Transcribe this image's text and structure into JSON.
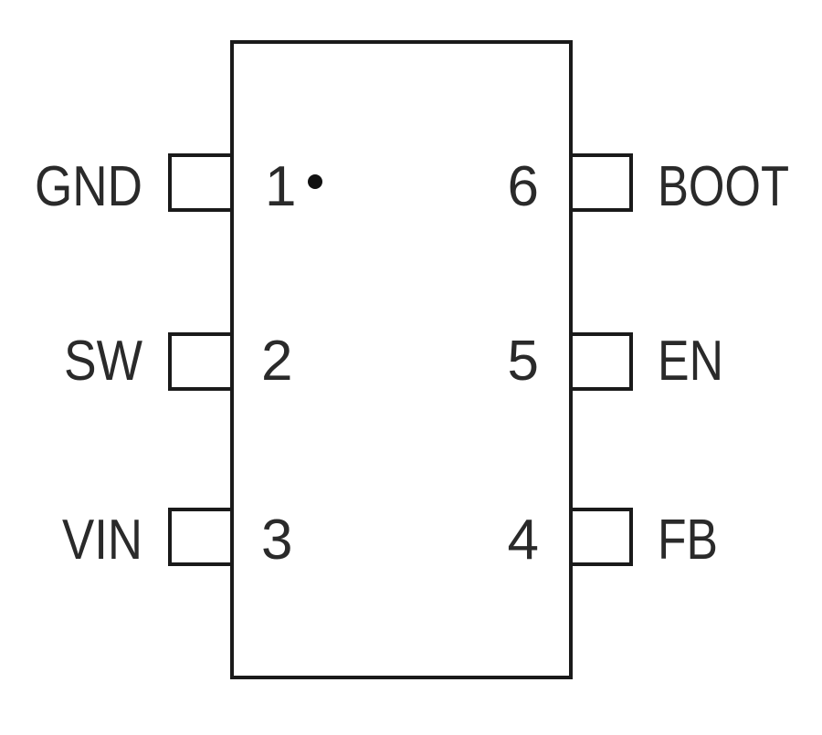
{
  "package": {
    "pins_left": [
      {
        "number": "1",
        "name": "GND"
      },
      {
        "number": "2",
        "name": "SW"
      },
      {
        "number": "3",
        "name": "VIN"
      }
    ],
    "pins_right": [
      {
        "number": "6",
        "name": "BOOT"
      },
      {
        "number": "5",
        "name": "EN"
      },
      {
        "number": "4",
        "name": "FB"
      }
    ]
  },
  "colors": {
    "outline": "#1a1a1a",
    "text": "#2a2a2a"
  }
}
